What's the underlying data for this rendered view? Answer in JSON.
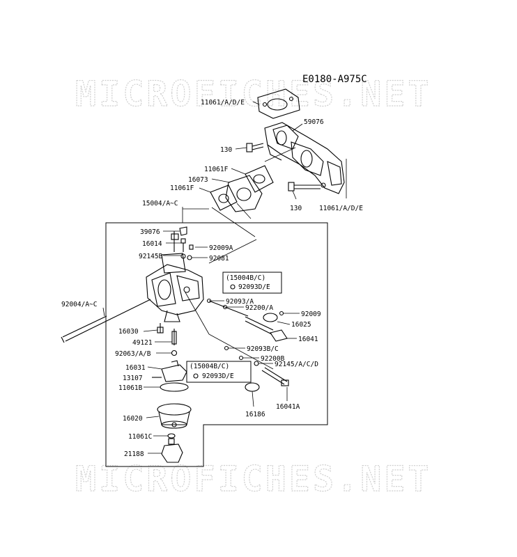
{
  "diagram_code": "E0180-A975C",
  "watermark": "MICROFICHES.NET",
  "parts": {
    "p11061ADE_top": "11061/A/D/E",
    "p59076": "59076",
    "p130_left": "130",
    "p11061F_a": "11061F",
    "p16073": "16073",
    "p11061F_b": "11061F",
    "p130_right": "130",
    "p11061ADE_right": "11061/A/D/E",
    "p15004": "15004/A~C",
    "p39076": "39076",
    "p16014": "16014",
    "p92009A": "92009A",
    "p92145B": "92145B",
    "p92081": "92081",
    "p92004": "92004/A~C",
    "p92093A": "92093/A",
    "p92200A": "92200/A",
    "p92009": "92009",
    "p16025": "16025",
    "p16030": "16030",
    "p16041": "16041",
    "p49121": "49121",
    "p92063": "92063/A/B",
    "p92093BC": "92093B/C",
    "p92200B": "92200B",
    "p92145ACD": "92145/A/C/D",
    "p16031": "16031",
    "p13107": "13107",
    "p11061B": "11061B",
    "p16041A": "16041A",
    "p16186": "16186",
    "p16020": "16020",
    "p11061C": "11061C",
    "p21188": "21188"
  },
  "boxes": {
    "box1_model": "(15004B/C)",
    "box1_part": "92093D/E",
    "box2_model": "(15004B/C)",
    "box2_part": "92093D/E"
  }
}
